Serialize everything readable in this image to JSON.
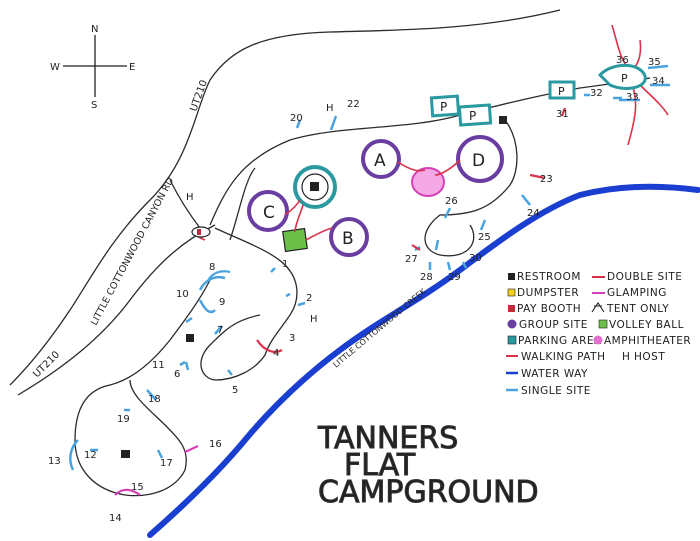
{
  "title_lines": [
    "TANNERS",
    "FLAT",
    "CAMPGROUND"
  ],
  "compass": {
    "n": "N",
    "s": "S",
    "e": "E",
    "w": "W"
  },
  "roads": {
    "ut210_upper": "UT210",
    "ut210_lower": "UT210",
    "canyon_road": "LITTLE COTTONWOOD CANYON RD"
  },
  "creek_label": "LITTLE COTTONWOOD CREEK",
  "group_sites": {
    "a": "A",
    "b": "B",
    "c": "C",
    "d": "D"
  },
  "parking_label": "P",
  "host_label": "H",
  "site_labels": {
    "s1": "1",
    "s2": "2",
    "s3": "3",
    "s4": "4",
    "s5": "5",
    "s6": "6",
    "s7": "7",
    "s8": "8",
    "s9": "9",
    "s10": "10",
    "s11": "11",
    "s12": "12",
    "s13": "13",
    "s14": "14",
    "s15": "15",
    "s16": "16",
    "s17": "17",
    "s18": "18",
    "s19": "19",
    "s20": "20",
    "s22": "22",
    "s23": "23",
    "s24": "24",
    "s25": "25",
    "s26": "26",
    "s27": "27",
    "s28": "28",
    "s29": "29",
    "s30": "30",
    "s31": "31",
    "s32": "32",
    "s33": "33",
    "s34": "34",
    "s35": "35",
    "s36": "36"
  },
  "legend": [
    {
      "label": "RESTROOM",
      "symbol": "restroom",
      "color": "#222222"
    },
    {
      "label": "DOUBLE SITE",
      "symbol": "line",
      "color": "#d8334a"
    },
    {
      "label": "DUMPSTER",
      "symbol": "square",
      "color": "#f2d21b"
    },
    {
      "label": "GLAMPING",
      "symbol": "line",
      "color": "#d63fb8"
    },
    {
      "label": "PAY BOOTH",
      "symbol": "square",
      "color": "#c22b3a"
    },
    {
      "label": "TENT ONLY",
      "symbol": "tent",
      "color": "#222222"
    },
    {
      "label": "GROUP SITE",
      "symbol": "circle",
      "color": "#6a3ea1"
    },
    {
      "label": "VOLLEY BALL",
      "symbol": "square",
      "color": "#6cc04a"
    },
    {
      "label": "PARKING AREA",
      "symbol": "parking",
      "color": "#2a9aa0"
    },
    {
      "label": "AMPHITHEATER",
      "symbol": "circle",
      "color": "#e56fcf"
    },
    {
      "label": "WALKING PATH",
      "symbol": "line",
      "color": "#d8334a"
    },
    {
      "label": "HOST",
      "symbol": "host",
      "color": "#222222"
    },
    {
      "label": "WATER WAY",
      "symbol": "line",
      "color": "#1a3fd0"
    },
    {
      "label": "SINGLE SITE",
      "symbol": "line",
      "color": "#4aa3df"
    }
  ],
  "colors": {
    "road": "#2b2b2b",
    "creek": "#1a3fd0",
    "group_site": "#6a3ea1",
    "parking": "#2a9aa0",
    "amphitheater": "#e56fcf",
    "volleyball": "#6cc04a",
    "walking_path": "#d8334a",
    "single_site": "#4aa3df",
    "double_site": "#d8334a",
    "glamping": "#d63fb8"
  }
}
